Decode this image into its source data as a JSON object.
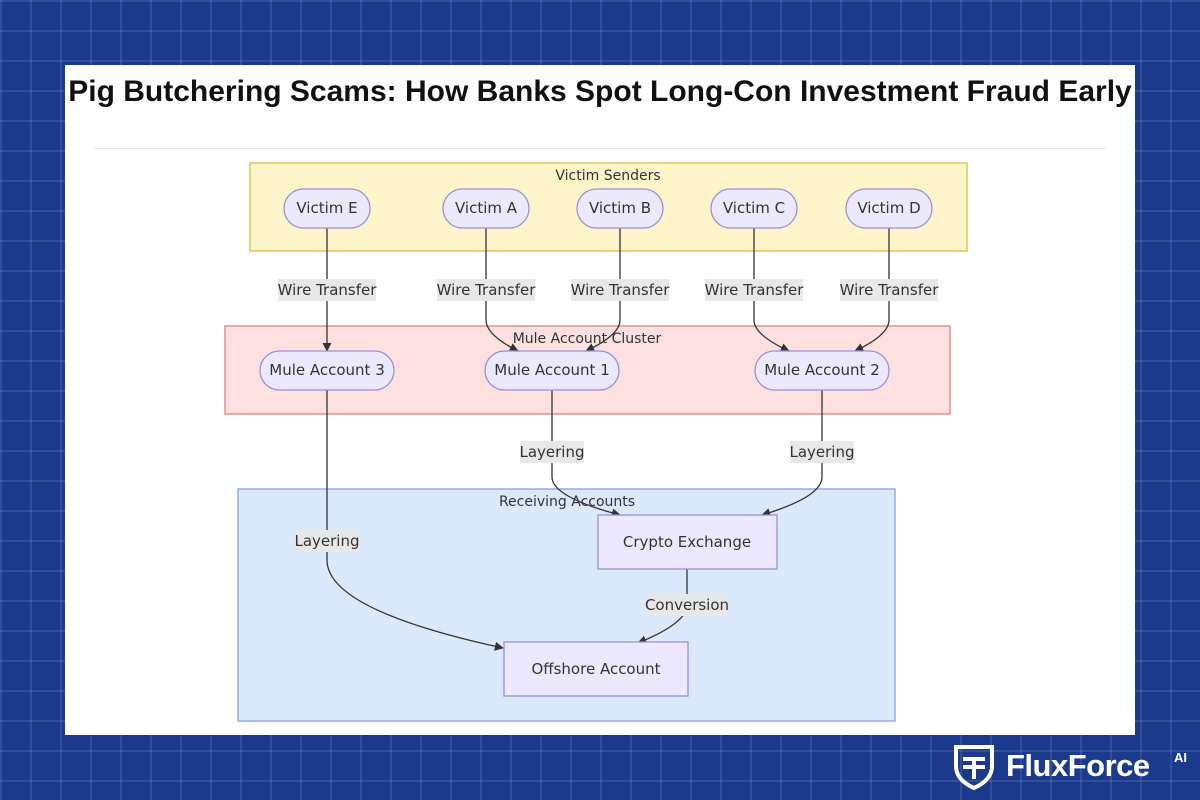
{
  "title": "Pig Butchering Scams: How Banks Spot Long-Con Investment Fraud Early",
  "groups": {
    "victim_senders": "Victim Senders",
    "mule_account_cluster": "Mule Account Cluster",
    "receiving_accounts": "Receiving Accounts"
  },
  "nodes": {
    "victim_e": "Victim E",
    "victim_a": "Victim A",
    "victim_b": "Victim B",
    "victim_c": "Victim C",
    "victim_d": "Victim D",
    "mule_3": "Mule Account 3",
    "mule_1": "Mule Account 1",
    "mule_2": "Mule Account 2",
    "crypto_exchange": "Crypto Exchange",
    "offshore_account": "Offshore Account"
  },
  "edges": [
    {
      "from": "Victim E",
      "to": "Mule Account 3",
      "label": "Wire Transfer"
    },
    {
      "from": "Victim A",
      "to": "Mule Account 1",
      "label": "Wire Transfer"
    },
    {
      "from": "Victim B",
      "to": "Mule Account 1",
      "label": "Wire Transfer"
    },
    {
      "from": "Victim C",
      "to": "Mule Account 2",
      "label": "Wire Transfer"
    },
    {
      "from": "Victim D",
      "to": "Mule Account 2",
      "label": "Wire Transfer"
    },
    {
      "from": "Mule Account 1",
      "to": "Crypto Exchange",
      "label": "Layering"
    },
    {
      "from": "Mule Account 2",
      "to": "Crypto Exchange",
      "label": "Layering"
    },
    {
      "from": "Mule Account 3",
      "to": "Offshore Account",
      "label": "Layering"
    },
    {
      "from": "Crypto Exchange",
      "to": "Offshore Account",
      "label": "Conversion"
    }
  ],
  "colors": {
    "victim_group_fill": "#fdf5c9",
    "victim_group_border": "#e0c45c",
    "mule_group_fill": "#fde0e0",
    "mule_group_border": "#e28f8f",
    "receiving_group_fill": "#dce9fd",
    "receiving_group_border": "#8fb0e0",
    "node_fill": "#ece9ff",
    "node_border": "#9b8fd6",
    "edge": "#333333",
    "background": "#1b3a8c"
  },
  "logo": {
    "icon": "shield-icon",
    "text": "FluxForce",
    "superscript": "AI"
  }
}
